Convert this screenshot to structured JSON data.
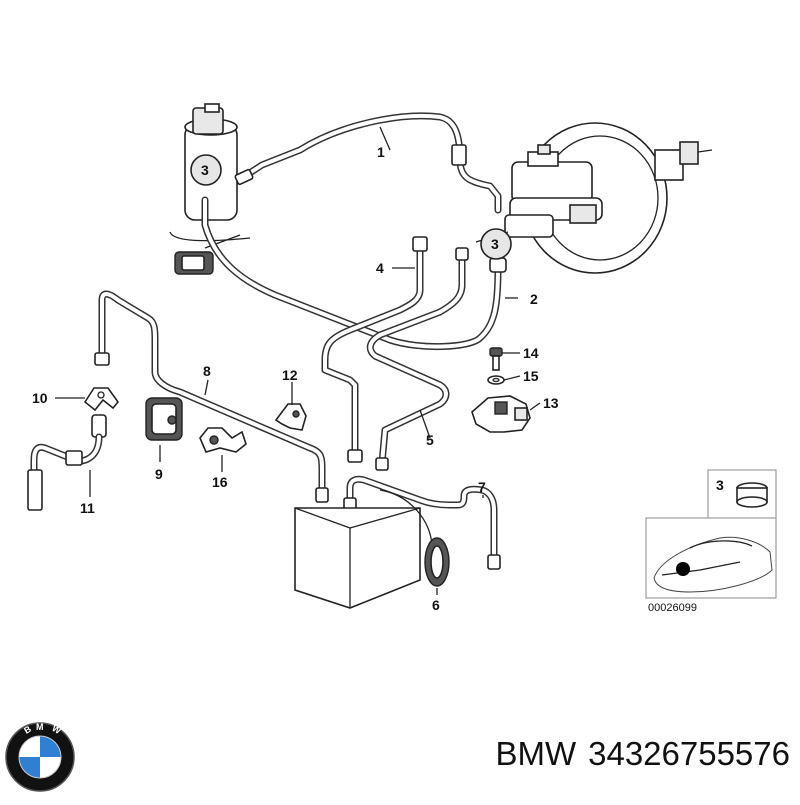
{
  "callouts": {
    "c1": "1",
    "c2": "2",
    "c3a": "3",
    "c3b": "3",
    "c4": "4",
    "c5": "5",
    "c6": "6",
    "c7": "7",
    "c8": "8",
    "c9": "9",
    "c10": "10",
    "c11": "11",
    "c12": "12",
    "c13": "13",
    "c14": "14",
    "c15": "15",
    "c16": "16"
  },
  "inset": {
    "ref": "3",
    "code": "00026099"
  },
  "footer": {
    "brand": "BMW",
    "part_number": "34326755576"
  },
  "logo": {
    "letters": "BMW",
    "colors": {
      "ring": "#111111",
      "blue": "#2f7fd3",
      "white": "#ffffff"
    }
  }
}
